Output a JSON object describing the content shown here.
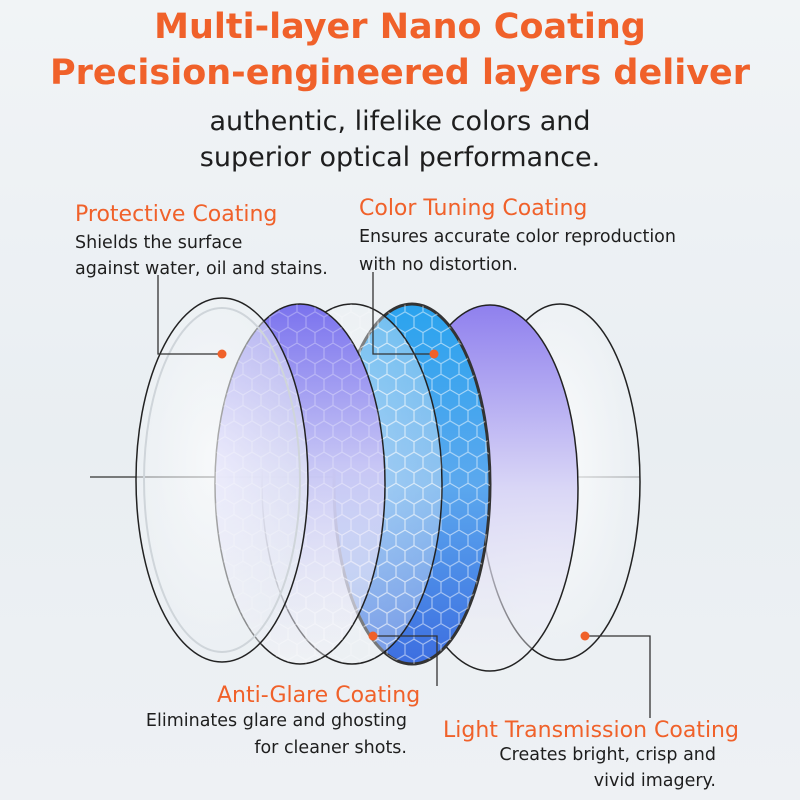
{
  "heading": {
    "line1": "Multi-layer Nano Coating",
    "line2": "Precision-engineered layers deliver",
    "sub1": "authentic, lifelike colors and",
    "sub2": "superior optical performance."
  },
  "layers": [
    {
      "id": "protective",
      "title": "Protective Coating",
      "desc1": "Shields the surface",
      "desc2": "against water, oil and stains."
    },
    {
      "id": "color_tuning",
      "title": "Color Tuning Coating",
      "desc1": "Ensures accurate color reproduction",
      "desc2": "with no distortion."
    },
    {
      "id": "anti_glare",
      "title": "Anti-Glare Coating",
      "desc1": "Eliminates glare and ghosting",
      "desc2": "for cleaner shots."
    },
    {
      "id": "light_transmission",
      "title": "Light Transmission Coating",
      "desc1": "Creates bright, crisp and",
      "desc2": "vivid imagery."
    }
  ],
  "colors": {
    "accent": "#f0612a",
    "text": "#1e1e1e",
    "blue_lens": "#3d8ee8",
    "violet_tint": "#8f87f0"
  }
}
